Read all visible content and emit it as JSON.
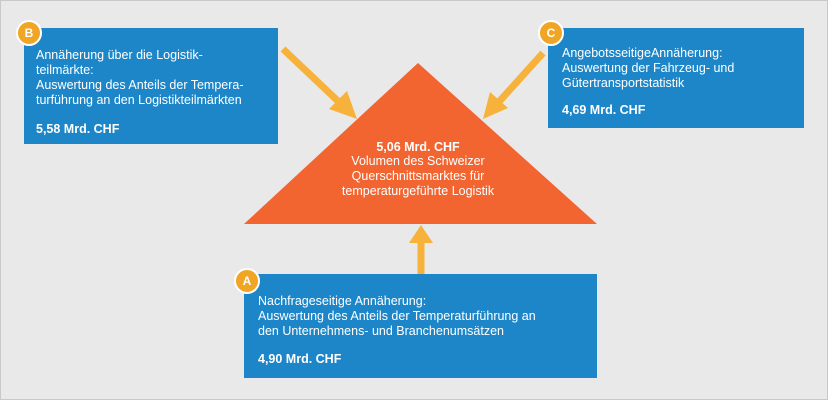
{
  "center": {
    "value": "5,06 Mrd. CHF",
    "description": "Volumen des Schweizer\nQuerschnittsmarktes für\ntemperaturgeführte Logistik"
  },
  "approaches": [
    {
      "badge": "A",
      "description": "Nachfrageseitige Annäherung:\nAuswertung des Anteils der Temperaturführung an\nden Unternehmens- und Branchenumsätzen",
      "value": "4,90 Mrd. CHF"
    },
    {
      "badge": "B",
      "description": "Annäherung über die Logistik-\nteilmärkte:\nAuswertung des Anteils der Tempera-\nturführung an den Logistikteilmärkten",
      "value": "5,58 Mrd. CHF"
    },
    {
      "badge": "C",
      "description": "AngebotsseitigeAnnäherung:\nAuswertung der Fahrzeug- und\nGütertransportstatistik",
      "value": "4,69 Mrd. CHF"
    }
  ],
  "colors": {
    "box": "#1d86c9",
    "triangle": "#f26430",
    "arrow": "#f7b23b",
    "badge": "#f0a524"
  }
}
